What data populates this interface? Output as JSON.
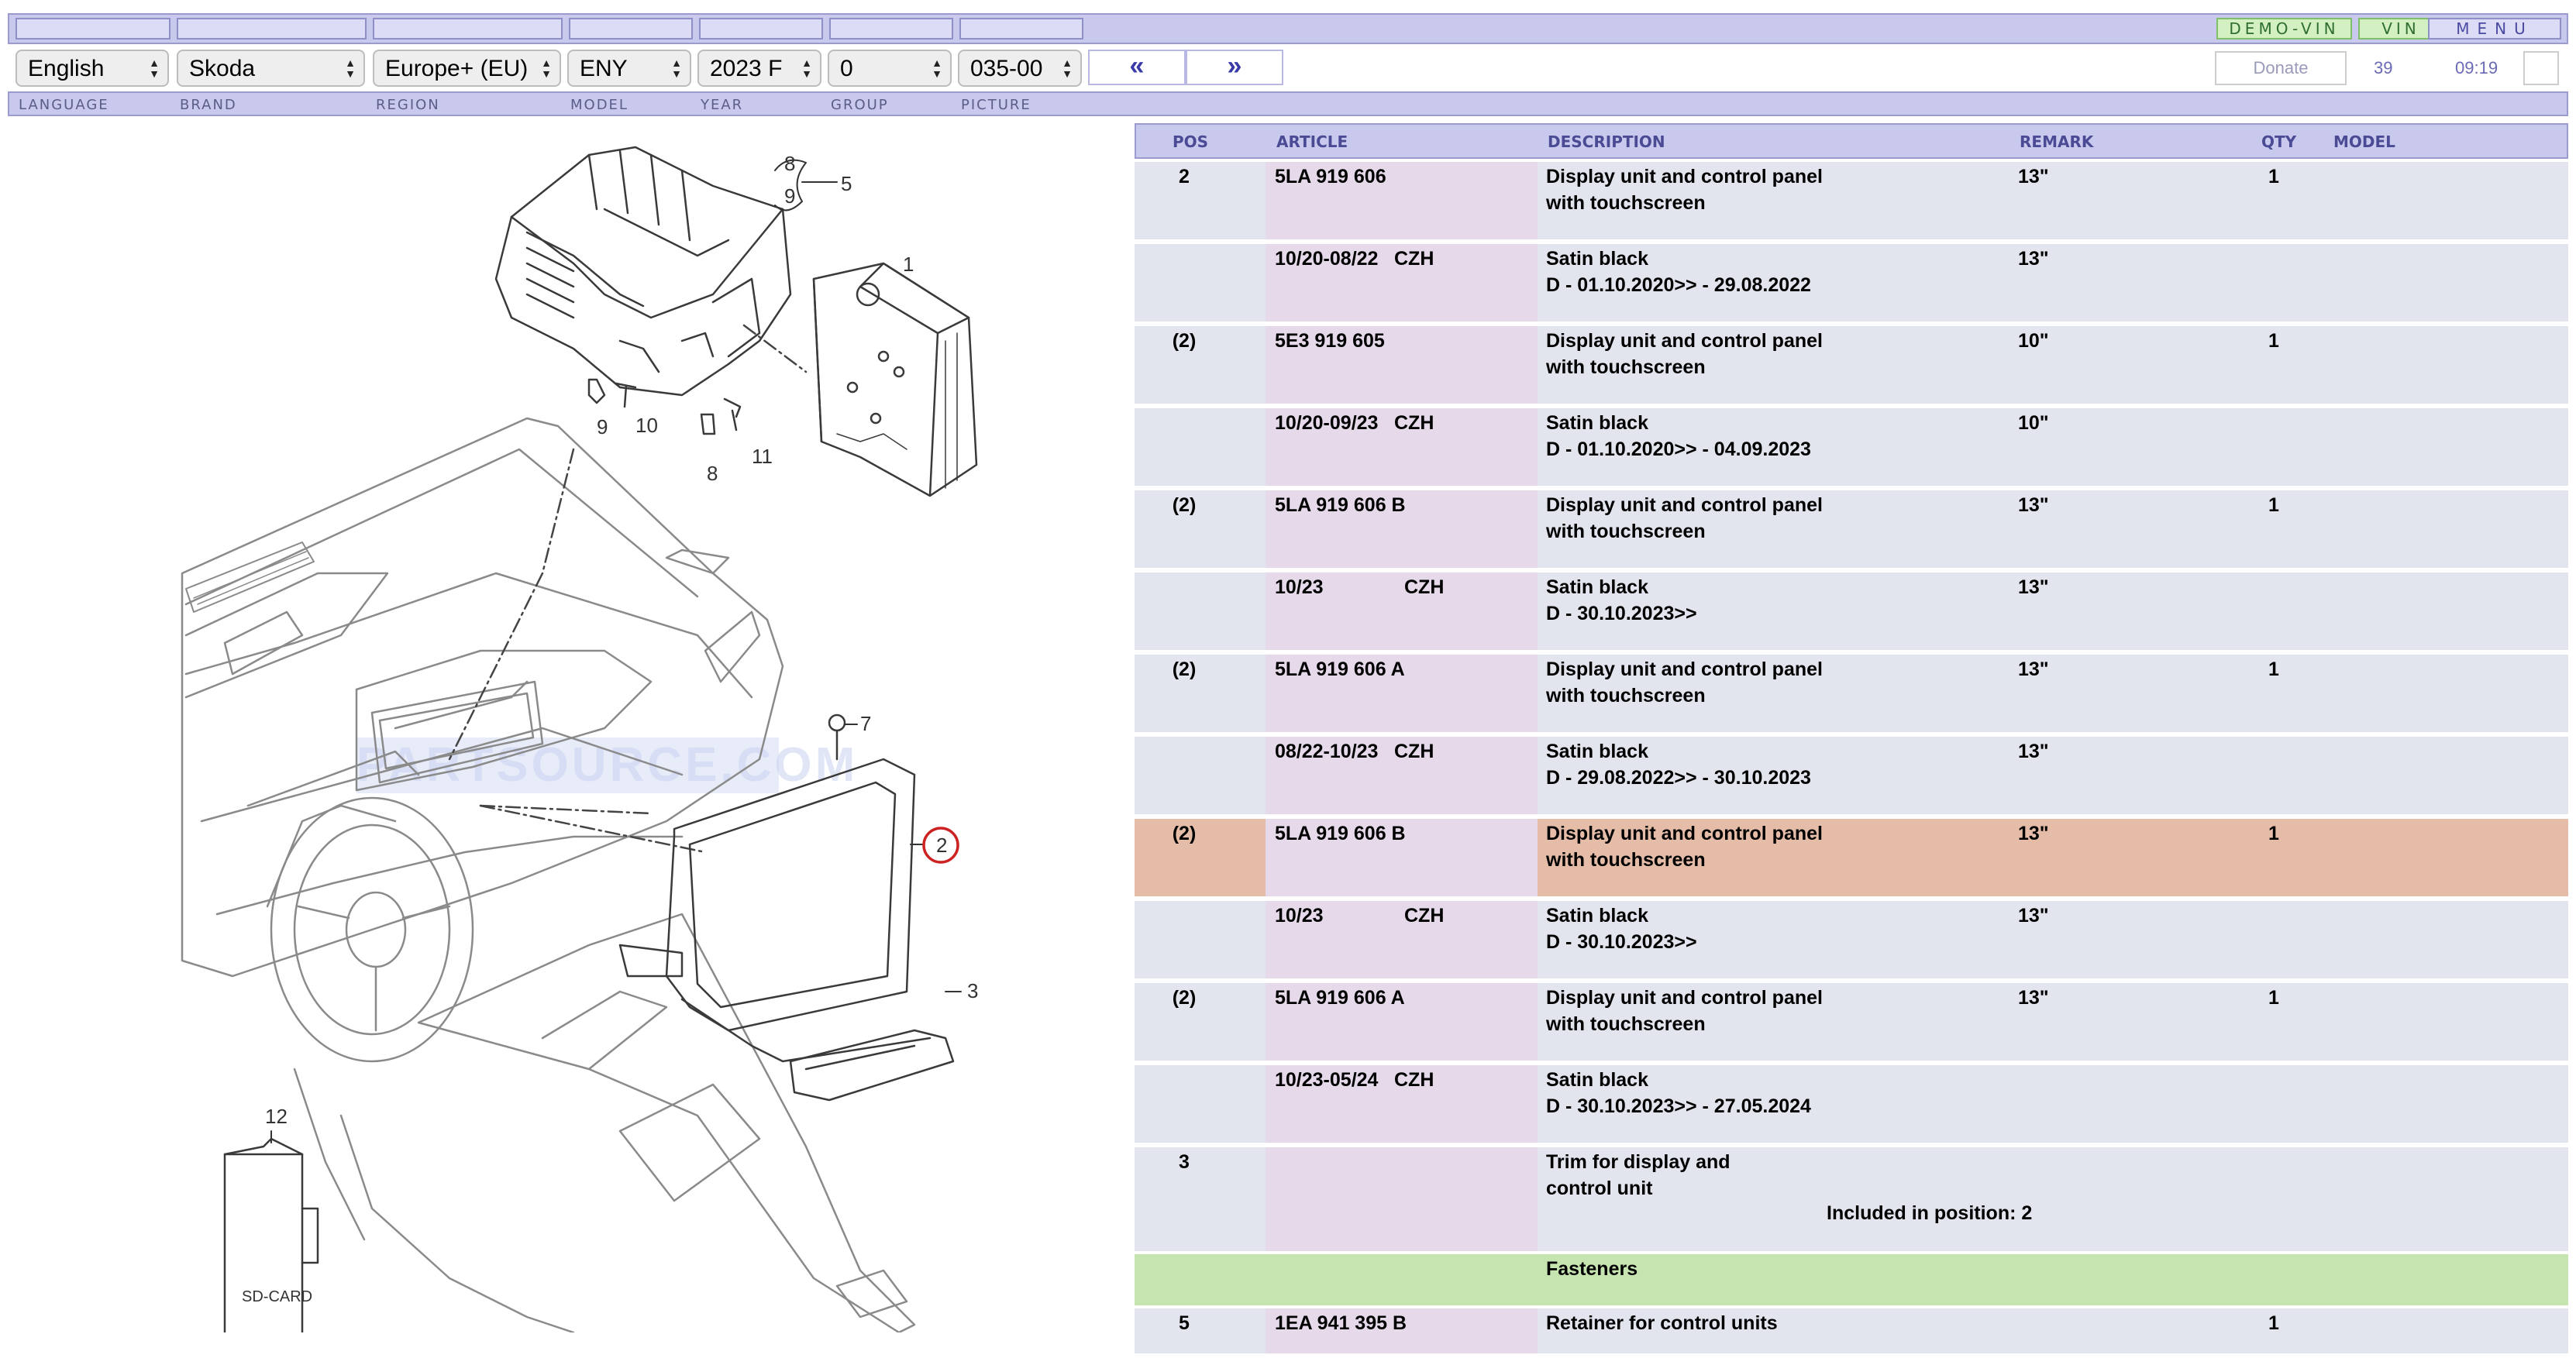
{
  "top_bar": {
    "demo_vin": "DEMO-VIN",
    "vin": "VIN",
    "menu": "MENU"
  },
  "selectors": {
    "language": "English",
    "brand": "Skoda",
    "region": "Europe+ (EU)",
    "model": "ENY",
    "year": "2023 F",
    "group": "0",
    "picture": "035-00"
  },
  "nav": {
    "prev": "«",
    "next": "»"
  },
  "donate_label": "Donate",
  "counter": "39",
  "clock": "09:19",
  "labels": {
    "language": "LANGUAGE",
    "brand": "BRAND",
    "region": "REGION",
    "model": "MODEL",
    "year": "YEAR",
    "group": "GROUP",
    "picture": "PICTURE"
  },
  "diagram": {
    "callouts": [
      "8",
      "9",
      "5",
      "1",
      "9",
      "10",
      "11",
      "8",
      "7",
      "2",
      "3",
      "12"
    ],
    "sdcard_label": "SD-CARD",
    "watermark": "PARTSOURCE.COM"
  },
  "table": {
    "headers": {
      "pos": "POS",
      "article": "ARTICLE",
      "description": "DESCRIPTION",
      "remark": "REMARK",
      "qty": "QTY",
      "model": "MODEL"
    },
    "rows": [
      {
        "pos": "2",
        "article": "5LA 919 606",
        "code": "",
        "desc1": "Display unit and control panel",
        "desc2": "with touchscreen",
        "remark": "13\"",
        "qty": "1"
      },
      {
        "pos": "",
        "article": "10/20-08/22",
        "code": "CZH",
        "desc1": "Satin black",
        "desc2": "D - 01.10.2020>> - 29.08.2022",
        "remark": "13\"",
        "qty": ""
      },
      {
        "pos": "(2)",
        "article": "5E3 919 605",
        "code": "",
        "desc1": "Display unit and control panel",
        "desc2": "with touchscreen",
        "remark": "10\"",
        "qty": "1"
      },
      {
        "pos": "",
        "article": "10/20-09/23",
        "code": "CZH",
        "desc1": "Satin black",
        "desc2": "D - 01.10.2020>> - 04.09.2023",
        "remark": "10\"",
        "qty": ""
      },
      {
        "pos": "(2)",
        "article": "5LA 919 606 B",
        "code": "",
        "desc1": "Display unit and control panel",
        "desc2": "with touchscreen",
        "remark": "13\"",
        "qty": "1"
      },
      {
        "pos": "",
        "article": "10/23",
        "code": "CZH",
        "desc1": "Satin black",
        "desc2": "D - 30.10.2023>>",
        "remark": "13\"",
        "qty": ""
      },
      {
        "pos": "(2)",
        "article": "5LA 919 606 A",
        "code": "",
        "desc1": "Display unit and control panel",
        "desc2": "with touchscreen",
        "remark": "13\"",
        "qty": "1"
      },
      {
        "pos": "",
        "article": "08/22-10/23",
        "code": "CZH",
        "desc1": "Satin black",
        "desc2": "D - 29.08.2022>> - 30.10.2023",
        "remark": "13\"",
        "qty": ""
      },
      {
        "pos": "(2)",
        "article": "5LA 919 606 B",
        "code": "",
        "desc1": "Display unit and control panel",
        "desc2": "with touchscreen",
        "remark": "13\"",
        "qty": "1",
        "selected": true
      },
      {
        "pos": "",
        "article": "10/23",
        "code": "CZH",
        "desc1": "Satin black",
        "desc2": "D - 30.10.2023>>",
        "remark": "13\"",
        "qty": ""
      },
      {
        "pos": "(2)",
        "article": "5LA 919 606 A",
        "code": "",
        "desc1": "Display unit and control panel",
        "desc2": "with touchscreen",
        "remark": "13\"",
        "qty": "1"
      },
      {
        "pos": "",
        "article": "10/23-05/24",
        "code": "CZH",
        "desc1": "Satin black",
        "desc2": "D - 30.10.2023>> - 27.05.2024",
        "remark": "",
        "qty": ""
      },
      {
        "pos": "3",
        "article": "",
        "code": "",
        "desc1": "Trim for display and",
        "desc2": "control unit",
        "included": "Included in position:  2",
        "remark": "",
        "qty": ""
      },
      {
        "pos": "",
        "article": "",
        "code": "",
        "desc1": "Fasteners",
        "desc2": "",
        "remark": "",
        "qty": "",
        "group": true
      },
      {
        "pos": "5",
        "article": "1EA 941 395 B",
        "code": "",
        "desc1": "Retainer for control units",
        "desc2": "",
        "remark": "",
        "qty": "1"
      }
    ]
  }
}
